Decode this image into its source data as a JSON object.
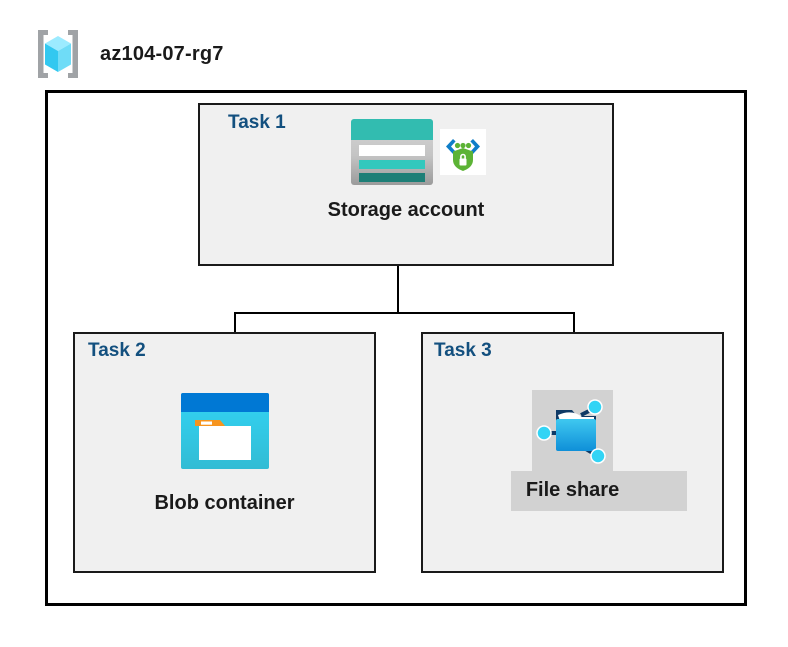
{
  "diagram": {
    "type": "azure-architecture-diagram",
    "resource_group": {
      "name": "az104-07-rg7",
      "icon": "resource-group-cube-icon"
    },
    "connector_style": "orthogonal-tree",
    "tasks": [
      {
        "id": "task1",
        "label": "Task 1",
        "node_caption": "Storage account",
        "icons": [
          "storage-account-icon",
          "secure-endpoint-shield-icon"
        ],
        "highlighted": false
      },
      {
        "id": "task2",
        "label": "Task 2",
        "node_caption": "Blob container",
        "icons": [
          "blob-container-icon"
        ],
        "highlighted": false
      },
      {
        "id": "task3",
        "label": "Task 3",
        "node_caption": "File share",
        "icons": [
          "file-share-icon"
        ],
        "highlighted": true
      }
    ],
    "colors": {
      "task_label": "#13507f",
      "caption": "#1a1a1a",
      "task_box_fill": "#f0f0f0",
      "task_box_border": "#1a1a1a",
      "outer_border": "#000000",
      "highlight_fill": "#d2d2d2",
      "azure_blue": "#0078d4",
      "storage_teal": "#32bcb0",
      "shield_green": "#5cb335",
      "cube_cyan": "#50e6ff"
    }
  }
}
